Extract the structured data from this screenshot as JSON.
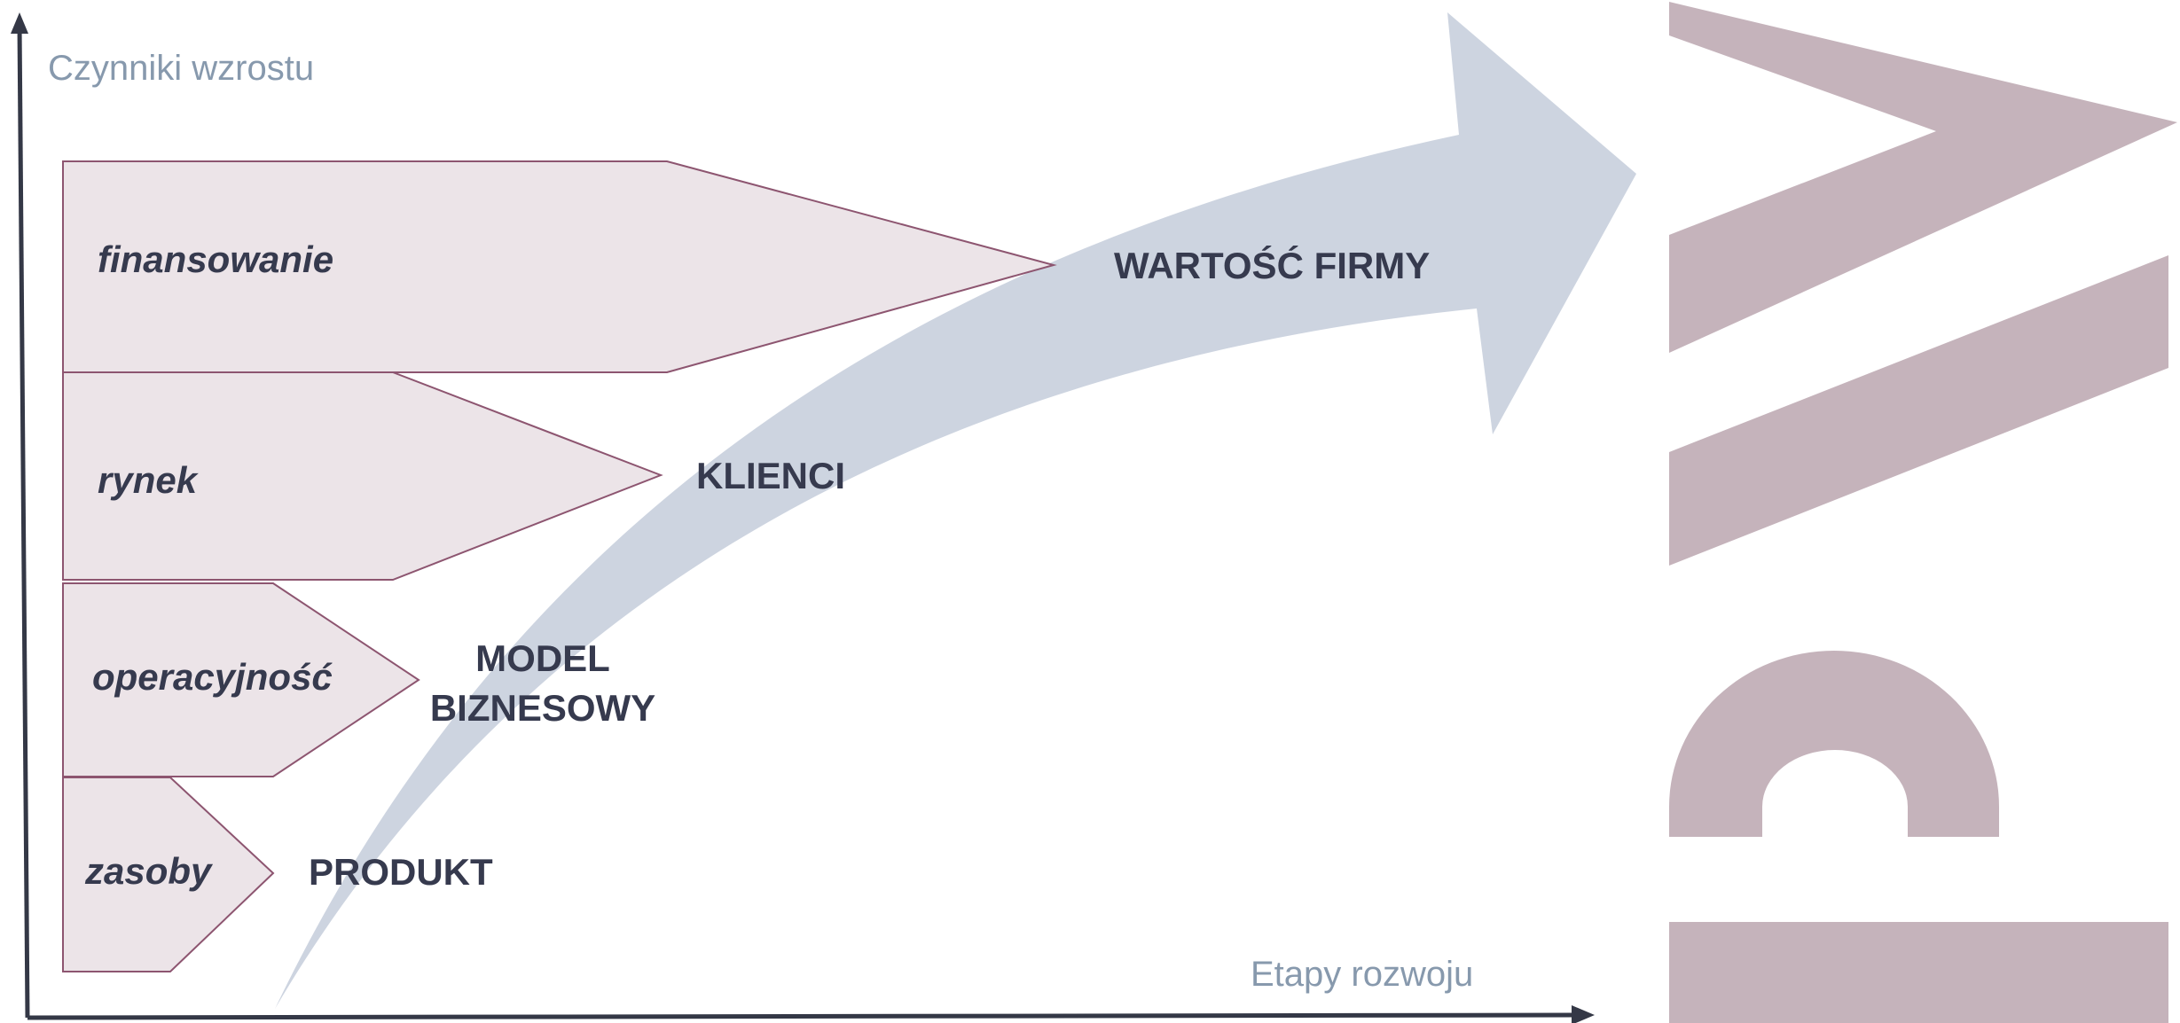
{
  "y_axis_label": "Czynniki wzrostu",
  "x_axis_label": "Etapy rozwoju",
  "factors": [
    {
      "label": "finansowanie",
      "stage": "WARTOŚĆ FIRMY"
    },
    {
      "label": "rynek",
      "stage": "KLIENCI"
    },
    {
      "label": "operacyjność",
      "stage_line1": "MODEL",
      "stage_line2": "BIZNESOWY"
    },
    {
      "label": "zasoby",
      "stage": "PRODUKT"
    }
  ],
  "colors": {
    "axis": "#343846",
    "pentagon_fill": "#ece4e8",
    "pentagon_stroke": "#8d5570",
    "arrow": "#cdd4e0",
    "logo": "#c5b3bb",
    "text": "#363a4e",
    "axis_text": "#8799ad"
  }
}
